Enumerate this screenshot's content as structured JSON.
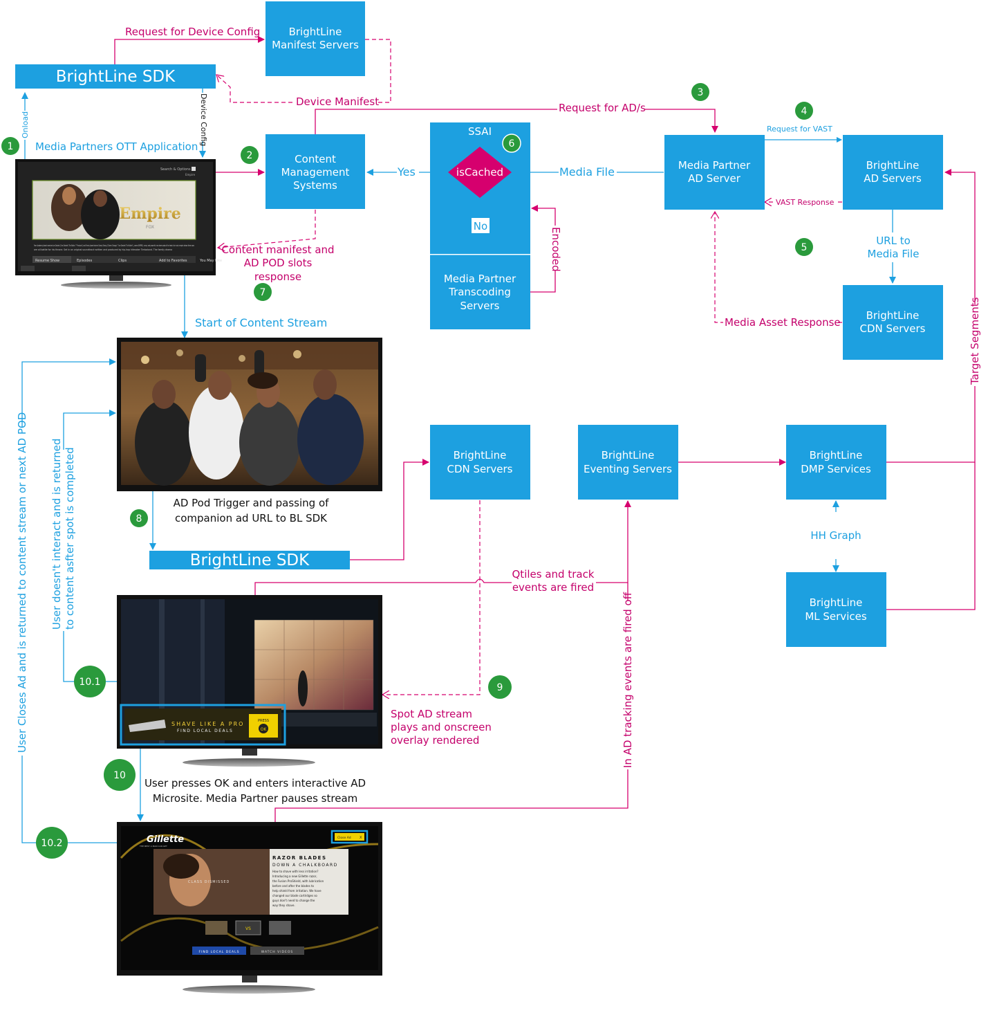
{
  "colors": {
    "box": "#1da0e0",
    "decision": "#d6006e",
    "magenta": "#d6006e",
    "blue": "#1da0e0",
    "badge": "#2a9a3c"
  },
  "boxes": {
    "sdk_top": "BrightLine SDK",
    "manifest": [
      "BrightLine",
      "Manifest Servers"
    ],
    "cms": [
      "Content",
      "Management",
      "Systems"
    ],
    "ssai_title": "SSAI",
    "iscached": "isCached",
    "no": "No",
    "transcoding": [
      "Media Partner",
      "Transcoding",
      "Servers"
    ],
    "mp_ad_server": [
      "Media Partner",
      "AD Server"
    ],
    "bl_ad_servers": [
      "BrightLine",
      "AD Servers"
    ],
    "bl_cdn_right": [
      "BrightLine",
      "CDN Servers"
    ],
    "bl_cdn_mid": [
      "BrightLine",
      "CDN Servers"
    ],
    "eventing": [
      "BrightLine",
      "Eventing Servers"
    ],
    "dmp": [
      "BrightLine",
      "DMP Services"
    ],
    "ml": [
      "BrightLine",
      "ML Services"
    ],
    "sdk_bottom": "BrightLine SDK"
  },
  "labels": {
    "req_device_config": "Request for Device Config",
    "device_manifest": "Device Manifest",
    "onload": "Onload",
    "device_config": "Device Config",
    "ott_app": "Media Partners OTT Application",
    "request_ads": "Request for AD/s",
    "request_vast": "Request for VAST",
    "vast_response": "VAST Response",
    "media_file": "Media File",
    "yes": "Yes",
    "encoded": "Encoded",
    "url_media_file": [
      "URL to",
      "Media File"
    ],
    "media_asset_response": "Media Asset Response",
    "content_manifest": [
      "Content manifest and",
      "AD POD slots",
      "response"
    ],
    "start_stream": "Start of Content Stream",
    "target_segments": "Target Segments",
    "ad_pod_trigger": [
      "AD Pod Trigger and passing of",
      "companion ad URL to BL SDK"
    ],
    "hh_graph": "HH Graph",
    "qtiles": [
      "Qtiles and track",
      "events are fired"
    ],
    "user_closes": "User Closes Ad and is returned to content stream or next AD POD",
    "user_no_interact": [
      "User doesn't interact and is returned",
      "to content asfter spot is completed"
    ],
    "spot_ad": [
      "Spot AD stream",
      "plays and onscreen",
      "overlay rendered"
    ],
    "in_ad_tracking": "In AD tracking events are fired off",
    "user_presses_ok": [
      "User presses OK and enters interactive AD",
      "Microsite. Media Partner pauses stream"
    ]
  },
  "badges": [
    "1",
    "2",
    "3",
    "4",
    "5",
    "6",
    "7",
    "8",
    "9",
    "10",
    "10.1",
    "10.2"
  ],
  "screens": {
    "tv1": {
      "search": "Search & Options",
      "empire": "Empire",
      "fox": "FOX",
      "description": "From Academy Award nominee Lee Daniels (\"Lee Daniels' The Butler,\" \"Precious\") and Emmy Award winner Danny Strong (\"Game Change,\" \"Lee Daniels' The Butler\"), comes EMPIRE, a sexy and powerful new drama about the head of a music empire whose three sons",
      "description2": "are all battle for his throne. Set in an original soundtrack written and produced by hip-hop hitmaker Timbaland. The family drama",
      "menu": [
        "Resume Show",
        "Episodes",
        "Clips",
        "Add to Favorites",
        "You May Like"
      ]
    },
    "tv3": {
      "overlay_line1": "SHAVE LIKE A PRO",
      "overlay_line2": "FIND LOCAL DEALS",
      "press": "PRESS",
      "ok": "OK"
    },
    "tv4": {
      "logo": "Gillette",
      "tagline": "THE BEST A MAN CAN GET",
      "close_ad": "Close Ad",
      "close_x": "X",
      "headline1": "RAZOR BLADES",
      "headline2": "DOWN A CHALKBOARD",
      "body": [
        "How to shave with less irritation?",
        "Introducing a new Gillette razor,",
        "the Fusion ProShield, with lubrication",
        "before and after the blades to",
        "help shield from irritation. We have",
        "changed our blade cartridges so",
        "guys don't need to change the",
        "way they shave."
      ],
      "class": "CLASS DISMISSED",
      "vs": "VS",
      "btn1": "FIND LOCAL DEALS",
      "btn2": "WATCH VIDEOS"
    }
  }
}
